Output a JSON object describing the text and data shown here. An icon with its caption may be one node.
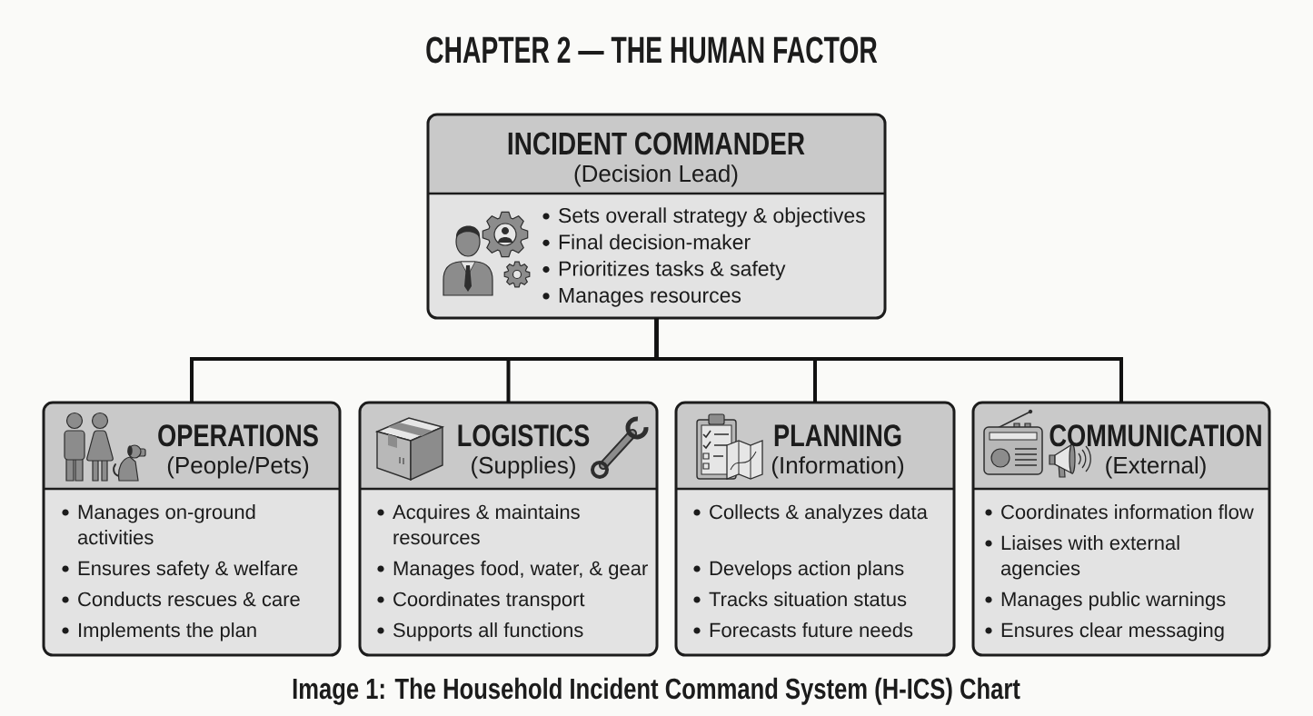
{
  "diagram": {
    "title": "CHAPTER 2 — THE HUMAN FACTOR",
    "caption": "Image 1: The Household Incident Command System (H-ICS) Chart",
    "nodes": [
      {
        "text": [
          "INCIDENT COMMANDER",
          "(Decision Lead)",
          "Sets overall strategy & objectives",
          "Final decision-maker",
          "Prioritizes tasks & safety",
          "Manages resources"
        ]
      },
      {
        "text": [
          "OPERATIONS",
          "(People/Pets)",
          "Manages on-ground activities",
          "Ensures safety & welfare",
          "Conducts rescues & care",
          "Implements the plan"
        ]
      },
      {
        "text": [
          "LOGISTICS",
          "(Supplies)",
          "Acquires & maintains resources",
          "Manages food, water, & gear",
          "Coordinates transport",
          "Supports all functions"
        ]
      },
      {
        "text": [
          "PLANNING",
          "(Information)",
          "Collects & analyzes data",
          "Develops action plans",
          "Tracks situation status",
          "Forecasts future needs"
        ]
      },
      {
        "text": [
          "COMMUNICATION",
          "(External)",
          "Coordinates information flow",
          "Liaises with external agencies",
          "Manages public warnings",
          "Ensures clear messaging"
        ]
      }
    ],
    "edges": [
      {
        "from": 0,
        "to": 1,
        "arrow": "none"
      },
      {
        "from": 0,
        "to": 2,
        "arrow": "none"
      },
      {
        "from": 0,
        "to": 3,
        "arrow": "none"
      },
      {
        "from": 0,
        "to": 4,
        "arrow": "none"
      }
    ]
  }
}
